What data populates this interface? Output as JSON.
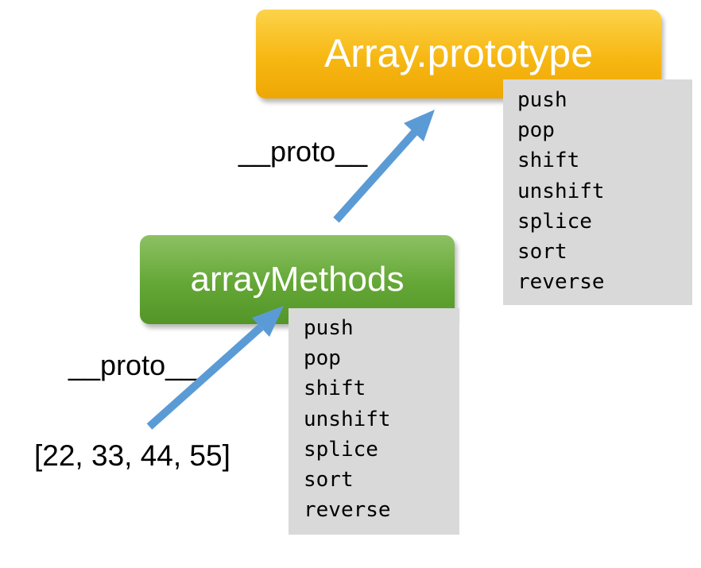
{
  "prototype_box": {
    "label": "Array.prototype",
    "color": "#f7b712"
  },
  "array_methods_box": {
    "label": "arrayMethods",
    "color": "#64a736"
  },
  "prototype_methods": [
    "push",
    "pop",
    "shift",
    "unshift",
    "splice",
    "sort",
    "reverse"
  ],
  "array_methods": [
    "push",
    "pop",
    "shift",
    "unshift",
    "splice",
    "sort",
    "reverse"
  ],
  "proto_link_upper": "__proto__",
  "proto_link_lower": "__proto__",
  "array_literal": "[22, 33, 44, 55]",
  "arrow_color": "#5b9bd5"
}
